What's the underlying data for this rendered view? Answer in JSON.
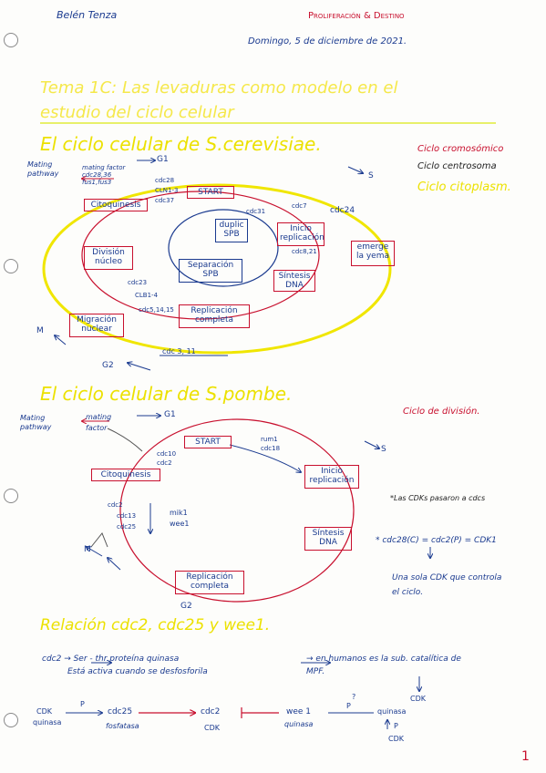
{
  "header": {
    "author": "Belén Tenza",
    "topic": "Proliferación & Destino",
    "date": "Domingo, 5 de diciembre de 2021."
  },
  "title": {
    "line1": "Tema 1C: Las levaduras como modelo en el",
    "line2": "estudio del ciclo celular"
  },
  "s1": {
    "heading": "El ciclo celular de S.cerevisiae.",
    "legend": [
      "Ciclo cromosómico",
      "Ciclo centrosoma",
      "Ciclo citoplasm."
    ],
    "mating": "Mating pathway",
    "factors": "mating factor cdc28,36 fus1,fus3",
    "cdc28": "cdc28",
    "cln": "CLN1-3",
    "cdc37": "cdc37",
    "cdc31": "cdc31",
    "cdc7": "cdc7",
    "cdc24": "cdc24",
    "cdc8": "cdc8,21",
    "cdc23": "cdc23",
    "clb": "CLB1-4",
    "cdc5": "cdc5,14,15",
    "cdc3": "cdc 3, 11",
    "g1": "G1",
    "s": "S",
    "g2": "G2",
    "m": "M",
    "boxes": {
      "start": "START",
      "cito": "Citoquinesis",
      "dup": "duplic SPB",
      "inicio": "Inicio replicación",
      "emerge": "emerge la yema",
      "division": "División núcleo",
      "sep": "Separación SPB",
      "sintesis": "Síntesis DNA",
      "migracion": "Migración nuclear",
      "replic": "Replicación completa"
    }
  },
  "s2": {
    "heading": "El ciclo celular de S.pombe.",
    "legend": "Ciclo de división.",
    "mating": "Mating pathway",
    "factor": "mating factor",
    "g1": "G1",
    "s": "S",
    "g2": "G2",
    "m": "M",
    "cdc10": "cdc10",
    "cdc2a": "cdc2",
    "rum": "rum1",
    "cdc18": "cdc18",
    "cdc2b": "cdc2",
    "cdc13": "cdc13",
    "cdc25": "cdc25",
    "mik": "mik1",
    "wee": "wee1",
    "boxes": {
      "start": "START",
      "cito": "Citoquinesis",
      "inicio": "Inicio replicación",
      "sintesis": "Síntesis DNA",
      "replic": "Replicación completa"
    },
    "note1": "*Las CDKs pasaron a cdcs",
    "note2": "* cdc28(C) = cdc2(P) = CDK1",
    "note3": "Una sola CDK que controla el ciclo."
  },
  "s3": {
    "heading": "Relación cdc2, cdc25 y wee1.",
    "l1": "cdc2 → Ser - thr proteína quinasa",
    "l1b": "→ en humanos es la sub. catalítica de MPF.",
    "l2": "Está activa cuando se desfosforila",
    "cdk": "CDK",
    "r_cdk": "CDK",
    "r_quinasa": "quinasa",
    "r_p": "P",
    "r_cdc25": "cdc25",
    "r_fosfatasa": "fosfatasa",
    "r_cdc2": "cdc2",
    "r_cdk2": "CDK",
    "r_wee": "wee 1",
    "r_quinasa2": "quinasa",
    "r_quinasa3": "quinasa",
    "r_p2": "P",
    "r_p3": "P",
    "r_cdk3": "CDK",
    "r_q": "?"
  },
  "page": "1"
}
